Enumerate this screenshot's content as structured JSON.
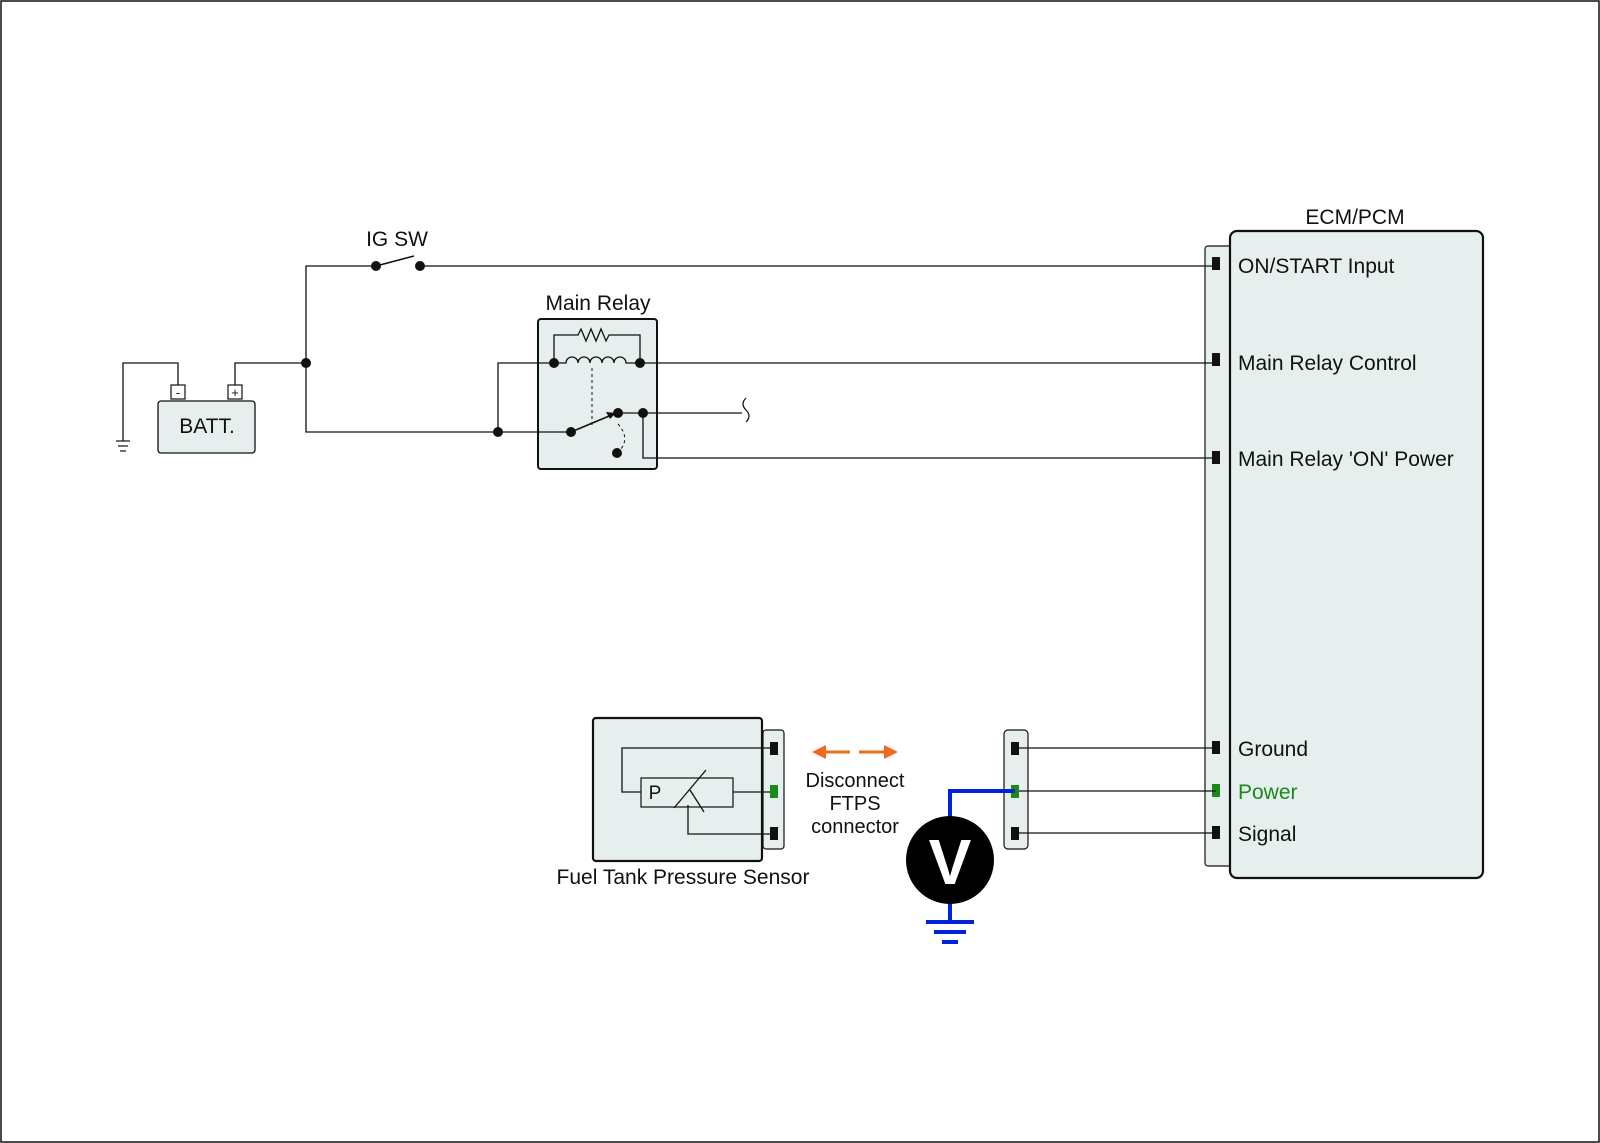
{
  "ecm": {
    "title": "ECM/PCM",
    "pins": {
      "on_start": "ON/START Input",
      "relay_control": "Main Relay Control",
      "relay_on_power": "Main Relay 'ON' Power",
      "ground": "Ground",
      "power": "Power",
      "signal": "Signal"
    }
  },
  "ig_switch": {
    "label": "IG SW"
  },
  "main_relay": {
    "label": "Main Relay"
  },
  "battery": {
    "label": "BATT.",
    "neg": "-",
    "pos": "+"
  },
  "sensor": {
    "label": "Fuel Tank Pressure Sensor",
    "symbol": "P"
  },
  "note": {
    "line1": "Disconnect",
    "line2": "FTPS",
    "line3": "connector"
  },
  "meter": {
    "symbol": "V"
  },
  "colors": {
    "panel": "#e6eeee",
    "power_pin": "#1a8a1a",
    "meter_lead": "#0022dd",
    "arrow": "#ee6a1c"
  }
}
